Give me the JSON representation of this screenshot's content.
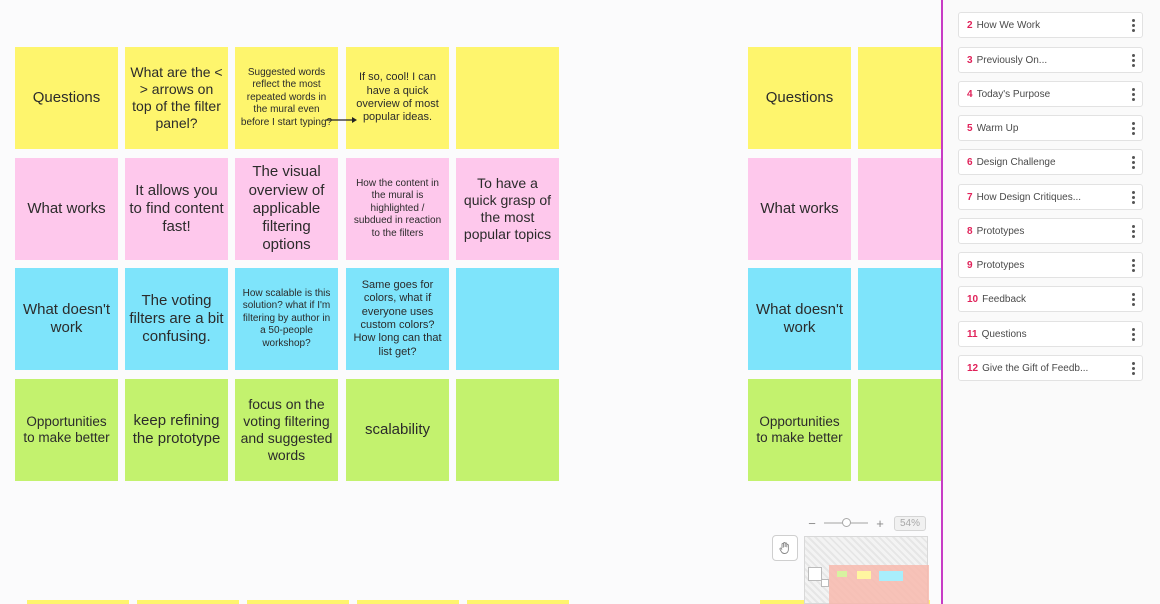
{
  "board": {
    "notes_left": [
      [
        "Questions",
        "What are the < > arrows on top of the filter panel?",
        "Suggested words reflect the most repeated words in the mural even before I start typing?",
        "If so, cool! I can have a quick overview of most popular ideas.",
        ""
      ],
      [
        "What works",
        "It allows you to find content fast!",
        "The visual overview of applicable filtering options",
        "How the content in the mural is highlighted / subdued in reaction to the filters",
        "To have a quick grasp of the most popular topics"
      ],
      [
        "What doesn't work",
        "The voting filters are a bit confusing.",
        "How scalable is this solution? what if I'm filtering by author in a 50-people workshop?",
        "Same goes for colors, what if everyone uses custom colors? How long can that list get?",
        ""
      ],
      [
        "Opportunities to make better",
        "keep refining the prototype",
        "focus on the voting filtering and suggested words",
        "scalability",
        ""
      ]
    ],
    "notes_right": [
      [
        "Questions",
        ""
      ],
      [
        "What works",
        ""
      ],
      [
        "What doesn't work",
        ""
      ],
      [
        "Opportunities to make better",
        ""
      ]
    ],
    "colors": {
      "yellow": "#fef56d",
      "pink": "#fec8ec",
      "blue": "#7ee4fb",
      "green": "#c3f26e",
      "accent": "#c73cc5",
      "slide_number": "#e0225a"
    }
  },
  "zoom": {
    "minus": "−",
    "plus": "+",
    "level": "54%"
  },
  "icons": {
    "hand": "hand-icon",
    "menu": "kebab-menu-icon",
    "arrow": "arrow-right-icon"
  },
  "outline": {
    "slides": [
      {
        "num": "2",
        "title": "How We Work"
      },
      {
        "num": "3",
        "title": "Previously On..."
      },
      {
        "num": "4",
        "title": "Today's Purpose"
      },
      {
        "num": "5",
        "title": "Warm Up"
      },
      {
        "num": "6",
        "title": "Design Challenge"
      },
      {
        "num": "7",
        "title": "How Design Critiques..."
      },
      {
        "num": "8",
        "title": "Prototypes"
      },
      {
        "num": "9",
        "title": "Prototypes"
      },
      {
        "num": "10",
        "title": "Feedback"
      },
      {
        "num": "11",
        "title": "Questions"
      },
      {
        "num": "12",
        "title": "Give the Gift of Feedb..."
      }
    ]
  }
}
